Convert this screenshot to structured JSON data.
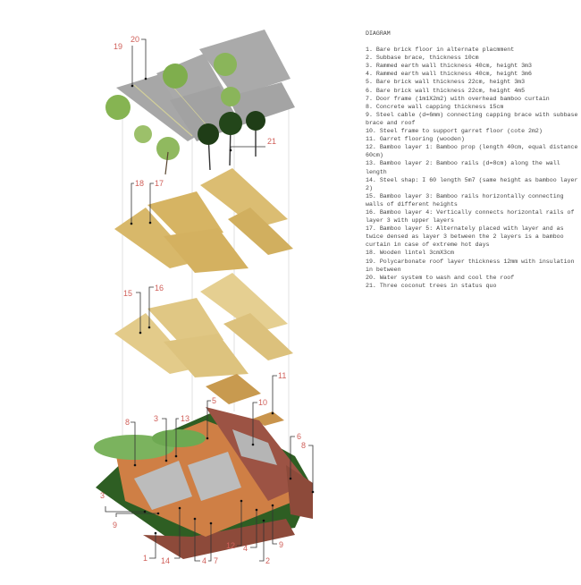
{
  "legend": {
    "title": "DIAGRAM",
    "items": [
      "1. Bare brick floor in alternate placmment",
      "2. Subbase brace, thickness 10cm",
      "3. Rammed earth wall thickness 40cm, height 3m3",
      "4. Rammed earth wall thickness 40cm, height 3m6",
      "5. Bare brick wall thickness 22cm, height 3m3",
      "6. Bare brick wall thickness 22cm, height 4m5",
      "7. Door frame (1m1X2m2) with overhead bamboo curtain",
      "8. Concrete wall capping thickness 15cm",
      "9. Steel cable (d=6mm) connecting capping brace with subbase brace and roof",
      "10. Steel frame to support garret floor (cote 2m2)",
      "11. Garret flooring (wooden)",
      "12. Bamboo layer 1: Bamboo prop (length 40cm, equal distance 60cm)",
      "13. Bamboo layer 2: Bamboo rails (d=8cm) along the wall length",
      "14. Steel shap: I 60 length 5m7 (same height as bamboo layer 2)",
      "15. Bamboo layer 3: Bamboo rails horizontally connecting walls of different heights",
      "16. Bamboo layer 4: Vertically connects horizontal rails of layer 3 with upper layers",
      "17. Bamboo layer 5: Alternately placed with layer and as twice densed as layer 3 between the 2 layers is a bamboo curtain  in case of extreme hot days",
      "18. Wooden lintel 3cmX3cm",
      "19. Polycarbonate roof layer thickness 12mm with insulation in between",
      "20. Water system to wash and cool the roof",
      "21. Three coconut trees in status quo"
    ]
  },
  "callouts": {
    "c19": "19",
    "c20": "20",
    "c21": "21",
    "c18": "18",
    "c17": "17",
    "c15": "15",
    "c16": "16",
    "c11": "11",
    "c10": "10",
    "c5": "5",
    "c8a": "8",
    "c3a": "3",
    "c13": "13",
    "c6": "6",
    "c8b": "8",
    "c3b": "3",
    "c9a": "9",
    "c1": "1",
    "c14": "14",
    "c4a": "4",
    "c7": "7",
    "c12": "12",
    "c4b": "4",
    "c2": "2",
    "c9b": "9"
  },
  "colors": {
    "roof": "#a7a7a7",
    "bamboo": "#d8b86a",
    "bamboo_light": "#e3cb8a",
    "brick": "#c9743f",
    "brick_dark": "#8e4a3a",
    "hedge": "#2f6a22",
    "label": "#d0605a"
  }
}
